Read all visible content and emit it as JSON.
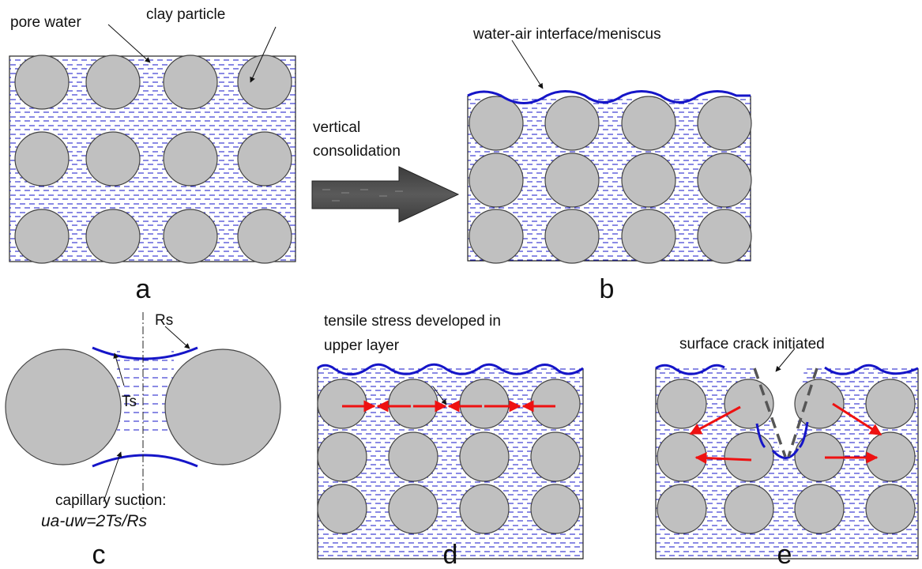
{
  "labels": {
    "pore_water": "pore water",
    "clay_particle": "clay particle",
    "vertical": "vertical",
    "consolidation": "consolidation",
    "meniscus": "water-air interface/meniscus",
    "rs": "Rs",
    "ts": "Ts",
    "capillary": "capillary suction:",
    "formula": "ua-uw=2Ts/Rs",
    "tensile_line1": "tensile stress developed in",
    "tensile_line2": "upper layer",
    "crack": "surface crack initiated"
  },
  "panel_letters": [
    "a",
    "b",
    "c",
    "d",
    "e"
  ],
  "colors": {
    "water": "#1515c8",
    "particle": "#c0c0c0",
    "particle_stroke": "#444444",
    "arrow_body": "#444444",
    "stress_arrow": "#ee1111",
    "crack_line": "#555555"
  }
}
